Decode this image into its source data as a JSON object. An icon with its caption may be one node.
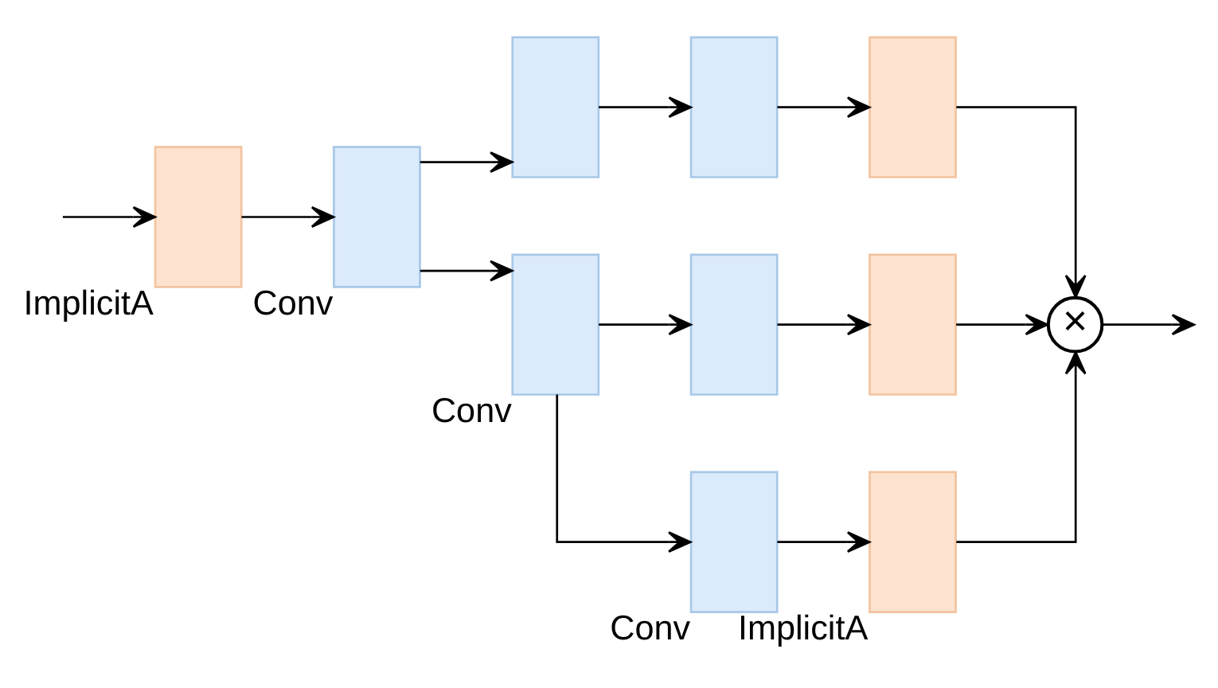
{
  "diagram": {
    "nodes": [
      {
        "text": [],
        "shape": "box",
        "beside": [
          "ImplicitA"
        ]
      },
      {
        "text": [],
        "shape": "box",
        "beside": [
          "Conv"
        ]
      },
      {
        "text": [],
        "shape": "box"
      },
      {
        "text": [],
        "shape": "box",
        "beside": [
          "Conv"
        ]
      },
      {
        "text": [],
        "shape": "box"
      },
      {
        "text": [],
        "shape": "box"
      },
      {
        "text": [],
        "shape": "box",
        "beside": [
          "Conv"
        ]
      },
      {
        "text": [],
        "shape": "box"
      },
      {
        "text": [],
        "shape": "box"
      },
      {
        "text": [],
        "shape": "box",
        "beside": [
          "ImplicitA"
        ]
      },
      {
        "text": [
          "×"
        ]
      }
    ],
    "edges": [
      {
        "from": null,
        "to": 0,
        "arrow": "to"
      },
      {
        "from": 0,
        "to": 1,
        "arrow": "to"
      },
      {
        "from": 1,
        "to": 2,
        "arrow": "to"
      },
      {
        "from": 1,
        "to": 3,
        "arrow": "to"
      },
      {
        "from": 2,
        "to": 4,
        "arrow": "to"
      },
      {
        "from": 3,
        "to": 5,
        "arrow": "to"
      },
      {
        "from": 3,
        "to": 6,
        "arrow": "to"
      },
      {
        "from": 4,
        "to": 7,
        "arrow": "to"
      },
      {
        "from": 5,
        "to": 8,
        "arrow": "to"
      },
      {
        "from": 6,
        "to": 9,
        "arrow": "to"
      },
      {
        "from": 7,
        "to": 10,
        "arrow": "to"
      },
      {
        "from": 8,
        "to": 10,
        "arrow": "to"
      },
      {
        "from": 9,
        "to": 10,
        "arrow": "to"
      },
      {
        "from": 10,
        "to": null,
        "arrow": "to"
      }
    ]
  }
}
